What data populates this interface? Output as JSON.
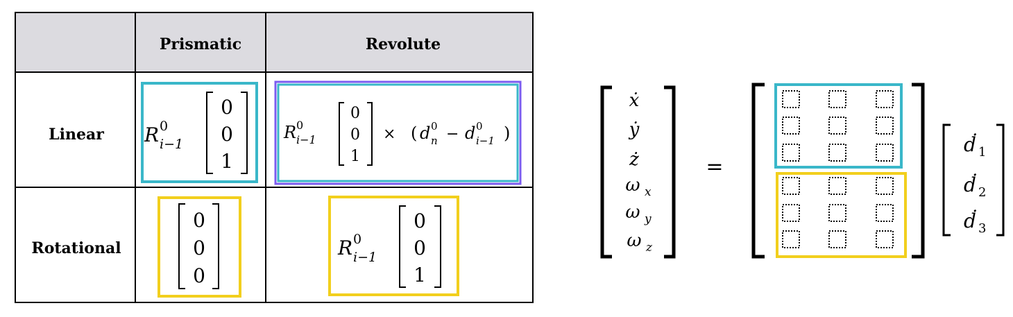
{
  "table": {
    "columns": [
      "Prismatic",
      "Revolute"
    ],
    "rows": [
      {
        "label": "Linear",
        "prismatic": {
          "r_base": "R",
          "r_sup": "0",
          "r_sub": "i−1",
          "vec": [
            "0",
            "0",
            "1"
          ]
        },
        "revolute": {
          "r_base": "R",
          "r_sup": "0",
          "r_sub": "i−1",
          "vec": [
            "0",
            "0",
            "1"
          ],
          "cross": "×",
          "open": "(",
          "d1": "d",
          "d1_sup": "0",
          "d1_sub": "n",
          "minus": "−",
          "d2": "d",
          "d2_sup": "0",
          "d2_sub": "i−1",
          "close": ")"
        }
      },
      {
        "label": "Rotational",
        "prismatic": {
          "vec": [
            "0",
            "0",
            "0"
          ]
        },
        "revolute": {
          "r_base": "R",
          "r_sup": "0",
          "r_sub": "i−1",
          "vec": [
            "0",
            "0",
            "1"
          ]
        }
      }
    ]
  },
  "equation": {
    "lhs": [
      {
        "base": "ẋ",
        "sub": ""
      },
      {
        "base": "ẏ",
        "sub": ""
      },
      {
        "base": "ż",
        "sub": ""
      },
      {
        "base": "ω",
        "sub": "x"
      },
      {
        "base": "ω",
        "sub": "y"
      },
      {
        "base": "ω",
        "sub": "z"
      }
    ],
    "equals": "=",
    "rhs": [
      {
        "base": "ḋ",
        "sub": "1"
      },
      {
        "base": "ḋ",
        "sub": "2"
      },
      {
        "base": "ḋ",
        "sub": "3"
      }
    ]
  },
  "colors": {
    "cyan": "#3ab7c9",
    "yellow": "#f2cf1d",
    "purple": "#7c5cf0",
    "header_bg": "#dcdbe0",
    "line": "#000000"
  }
}
